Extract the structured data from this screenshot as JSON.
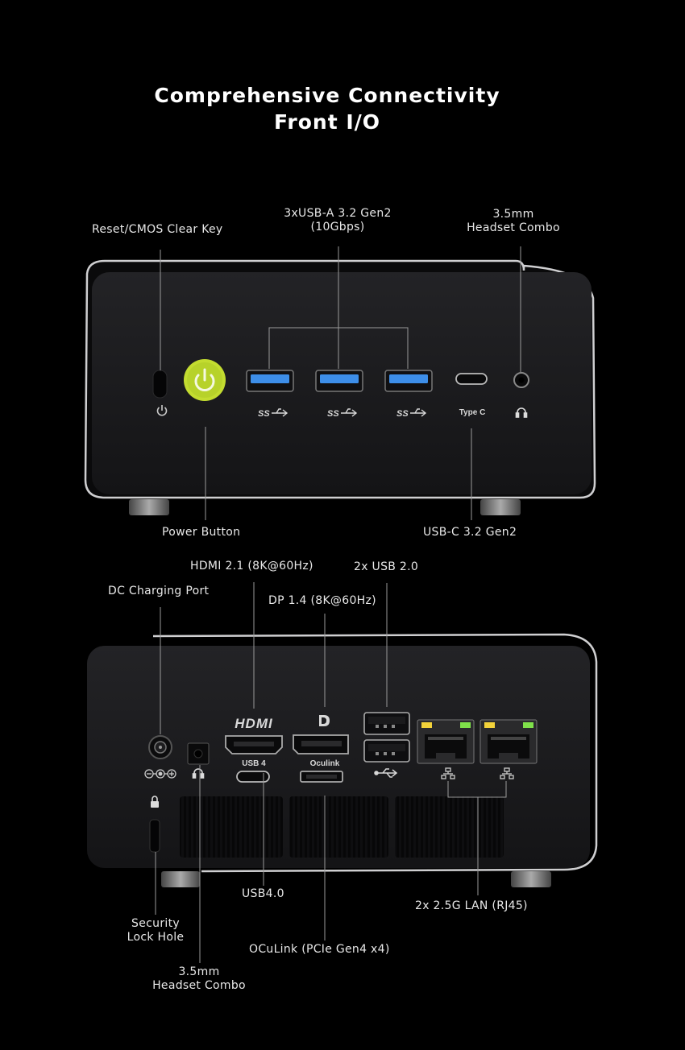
{
  "header": {
    "title_line1": "Comprehensive Connectivity",
    "title_line2": "Front I/O"
  },
  "front": {
    "callouts": {
      "reset": "Reset/CMOS Clear Key",
      "usba_line1": "3xUSB-A 3.2 Gen2",
      "usba_line2": "(10Gbps)",
      "audio_line1": "3.5mm",
      "audio_line2": "Headset Combo",
      "power": "Power Button",
      "usbc": "USB-C 3.2 Gen2"
    },
    "port_labels": {
      "ss": "SS",
      "typec": "Type C"
    },
    "colors": {
      "power_button": "#c3dc30",
      "usb3_port": "#3d8ee8",
      "chassis": "#1c1c1e"
    }
  },
  "rear": {
    "callouts": {
      "hdmi": "HDMI 2.1 (8K@60Hz)",
      "usb2": "2x USB 2.0",
      "dc": "DC Charging Port",
      "dp": "DP 1.4 (8K@60Hz)",
      "usb4": "USB4.0",
      "lan": "2x 2.5G LAN (RJ45)",
      "lock_line1": "Security",
      "lock_line2": "Lock Hole",
      "oculink": "OCuLink (PCIe Gen4 x4)",
      "audio_line1": "3.5mm",
      "audio_line2": "Headset Combo"
    },
    "port_labels": {
      "hdmi_logo": "HDMI",
      "usb4": "USB 4",
      "oculink": "Oculink"
    },
    "colors": {
      "lan_led_left": "#f2d23a",
      "lan_led_right": "#7fe04a"
    }
  }
}
